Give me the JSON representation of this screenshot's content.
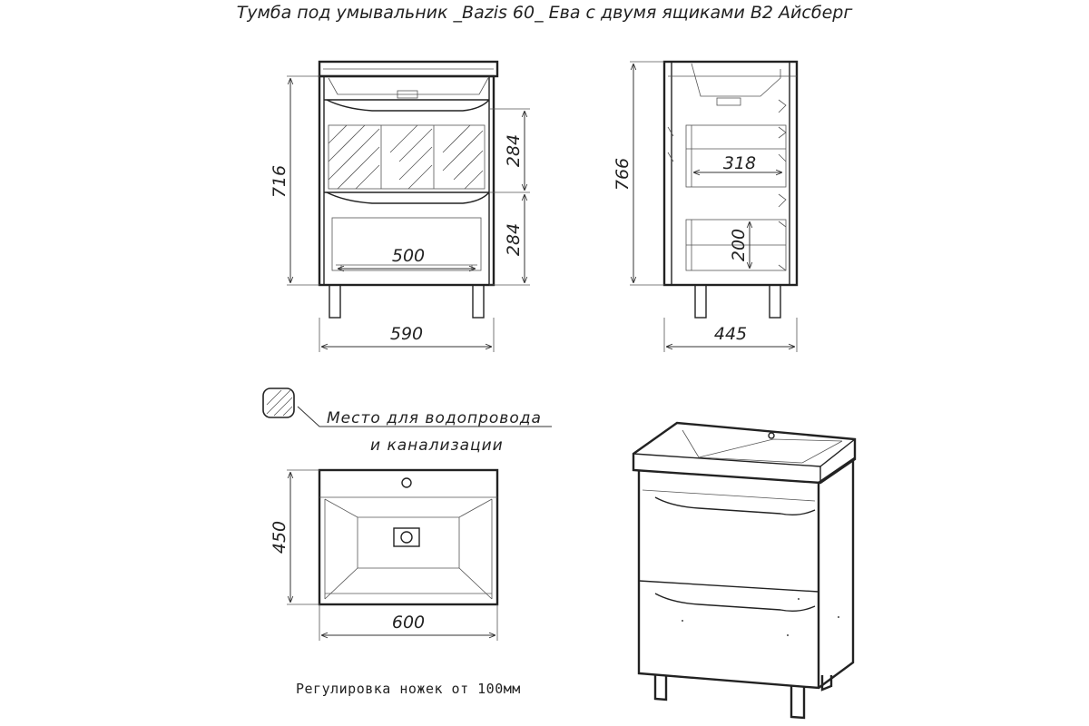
{
  "title": "Тумба под умывальник _Bazis 60_ Ева с двумя ящиками В2 Айсберг",
  "front_view": {
    "height_total": "716",
    "drawer_height_top": "284",
    "drawer_height_bottom": "284",
    "inner_width": "500",
    "overall_width": "590"
  },
  "side_view": {
    "height_total": "766",
    "drawer_depth": "318",
    "drawer_inner_height": "200",
    "overall_depth": "445"
  },
  "plan_view": {
    "depth": "450",
    "width": "600"
  },
  "legend": {
    "line1": "Место для водопровода",
    "line2": "и канализации"
  },
  "footer_note": "Регулировка ножек от 100мм",
  "colors": {
    "line": "#222222",
    "background": "#ffffff"
  }
}
